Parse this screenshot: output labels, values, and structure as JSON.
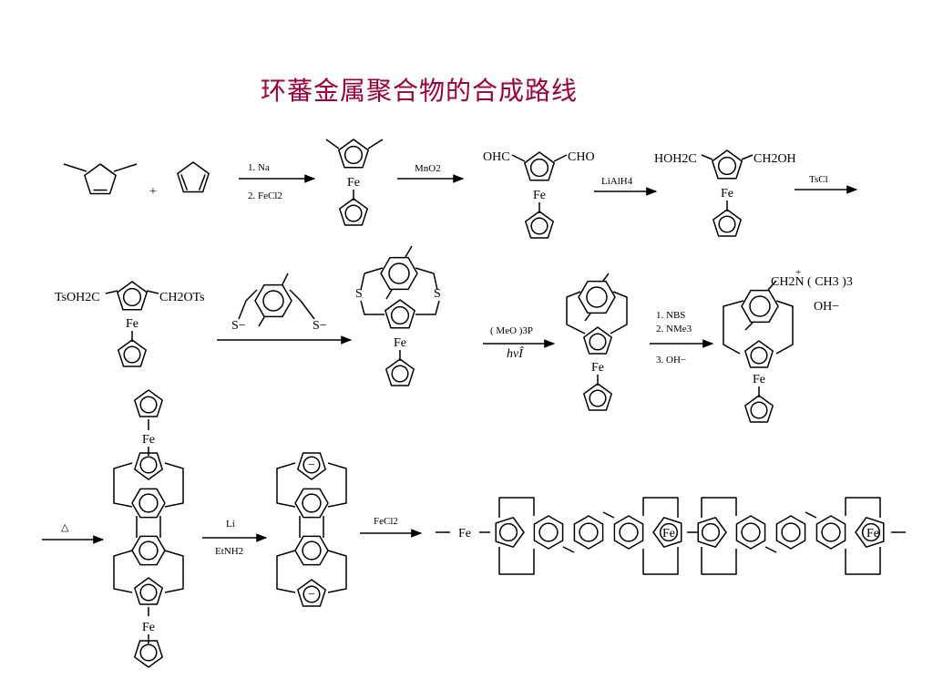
{
  "title": "环蕃金属聚合物的合成路线",
  "labels": {
    "plus": "+",
    "na": "1.  Na",
    "fecl2_step": "2. FeCl2",
    "mno2": "MnO2",
    "lialh4": "LiAlH4",
    "tscl": "TsCl",
    "ohc": "OHC",
    "cho": "CHO",
    "hoh2c": "HOH2C",
    "ch2oh": "CH2OH",
    "tsoh2c": "TsOH2C",
    "ch2ots": "CH2OTs",
    "s_minus": "S−",
    "s": "S",
    "meo3p": "( MeO )3P",
    "hv": "hvÎ",
    "nbs": "1. NBS",
    "nme3": "2. NMe3",
    "oh_step": "3. OH−",
    "ammonium": "CH2N ( CH3 )3",
    "plus_charge": "+",
    "hydroxide": "OH−",
    "delta": "△",
    "li": "Li",
    "etnh2": "EtNH2",
    "fecl2": "FeCl2",
    "fe": "Fe",
    "minus_charge": "−"
  }
}
